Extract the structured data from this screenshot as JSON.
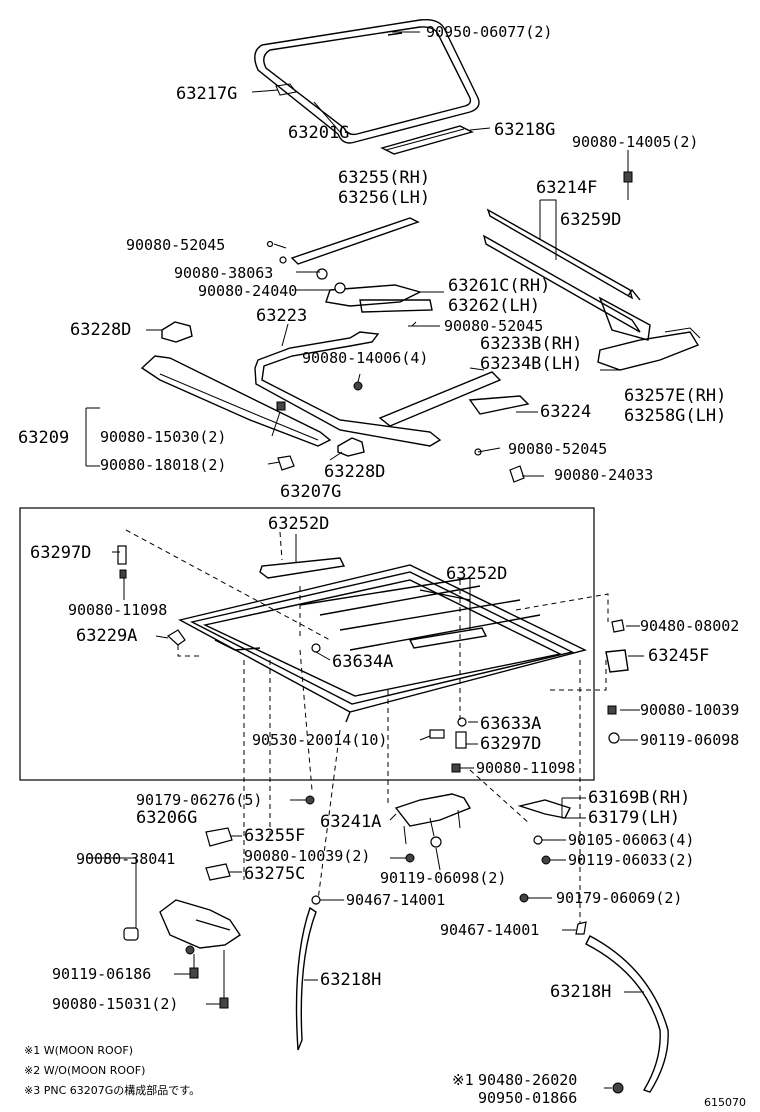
{
  "diagram": {
    "labels": {
      "l01": "90950-06077(2)",
      "l02": "63217G",
      "l03": "63201G",
      "l04": "63218G",
      "l05": "90080-14005(2)",
      "l06": "63255(RH)",
      "l07": "63256(LH)",
      "l08": "63214F",
      "l09": "63259D",
      "l10": "90080-52045",
      "l11": "90080-38063",
      "l12": "90080-24040",
      "l13": "63261C(RH)",
      "l14": "63262(LH)",
      "l15": "63228D",
      "l16": "63223",
      "l17": "90080-52045",
      "l18": "63233B(RH)",
      "l19": "90080-14006(4)",
      "l20": "63234B(LH)",
      "l21": "63257E(RH)",
      "l22": "63258G(LH)",
      "l23": "63224",
      "l24": "63209",
      "l25": "90080-15030(2)",
      "l26": "90080-52045",
      "l27": "90080-18018(2)",
      "l28": "63228D",
      "l29": "90080-24033",
      "l30": "63207G",
      "l31": "63252D",
      "l32": "63297D",
      "l33": "63252D",
      "l34": "90080-11098",
      "l35": "90480-08002",
      "l36": "63229A",
      "l37": "63634A",
      "l38": "63245F",
      "l39": "90080-10039",
      "l40": "63633A",
      "l41": "90530-20014(10)",
      "l42": "63297D",
      "l43": "90119-06098",
      "l44": "90080-11098",
      "l45": "90179-06276(5)",
      "l46": "63169B(RH)",
      "l47": "63206G",
      "l48": "63241A",
      "l49": "63179(LH)",
      "l50": "63255F",
      "l51": "90105-06063(4)",
      "l52": "90080-38041",
      "l53": "90080-10039(2)",
      "l54": "90119-06033(2)",
      "l55": "63275C",
      "l56": "90119-06098(2)",
      "l57": "90179-06069(2)",
      "l58": "90467-14001",
      "l59": "90467-14001",
      "l60": "63218H",
      "l61": "90119-06186",
      "l62": "63218H",
      "l63": "90080-15031(2)"
    },
    "notes": {
      "n1": "※1 W(MOON ROOF)",
      "n2": "※2 W/O(MOON ROOF)",
      "n3": "※3 PNC 63207Gの構成部品です。",
      "n4a": "※1",
      "n4b": "90480-26020",
      "n4c": "90950-01866",
      "ref": "615070"
    }
  }
}
